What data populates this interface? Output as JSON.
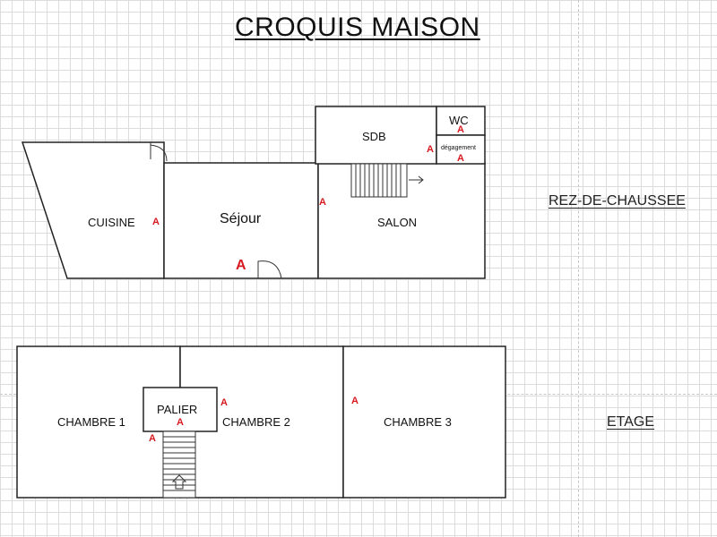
{
  "title": "CROQUIS MAISON",
  "levels": {
    "ground_floor": "REZ-DE-CHAUSSEE",
    "upper_floor": "ETAGE"
  },
  "rooms": {
    "cuisine": "CUISINE",
    "sejour": "Séjour",
    "salon": "SALON",
    "sdb": "SDB",
    "wc": "WC",
    "degagement": "dégagement",
    "chambre_1": "CHAMBRE 1",
    "palier": "PALIER",
    "chambre_2": "CHAMBRE 2",
    "chambre_3": "CHAMBRE 3"
  },
  "marker": "A",
  "colors": {
    "marker": "#d71920",
    "walls": "#222222"
  }
}
